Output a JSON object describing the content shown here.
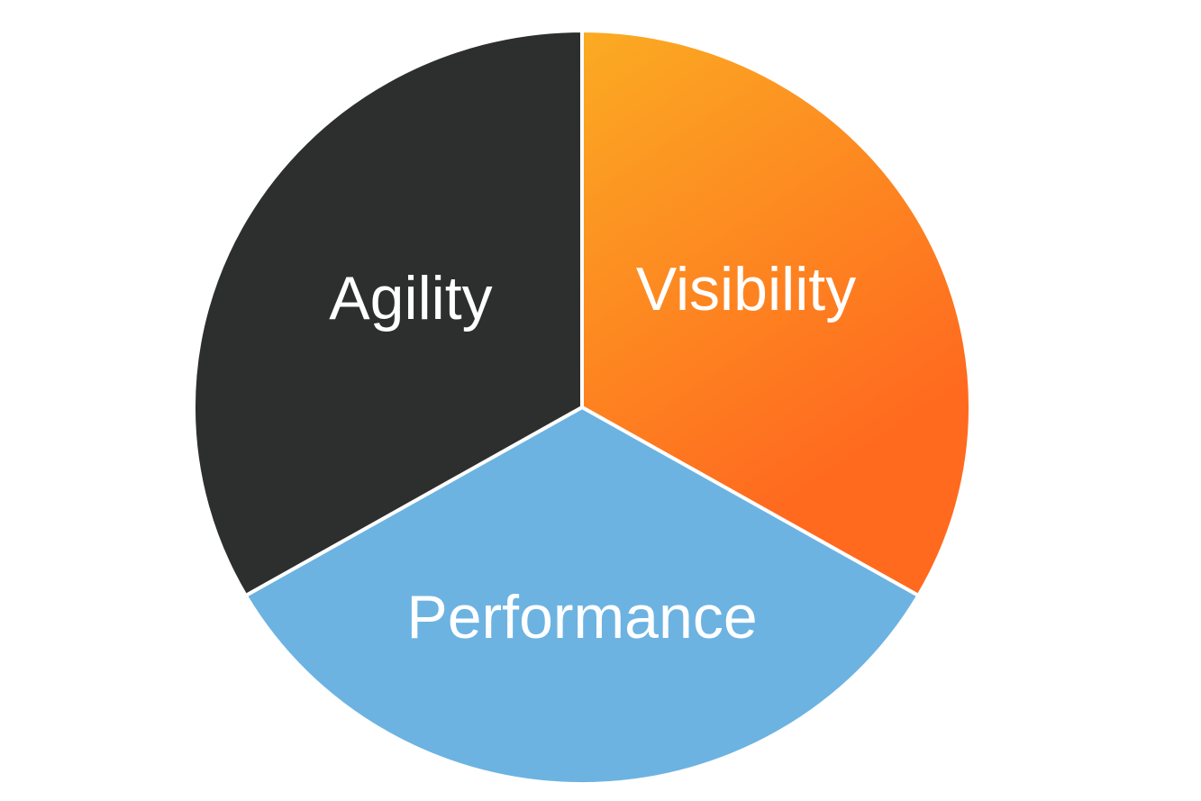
{
  "diagram": {
    "type": "three-part-circle",
    "segments": [
      {
        "label": "Visibility",
        "fill": "#ff6a1f",
        "gradient": [
          "#fbab23",
          "#ff6a1f"
        ]
      },
      {
        "label": "Performance",
        "fill": "#6cb3e2"
      },
      {
        "label": "Agility",
        "fill": "#2d2e2e"
      }
    ],
    "separator_color": "#ffffff"
  }
}
